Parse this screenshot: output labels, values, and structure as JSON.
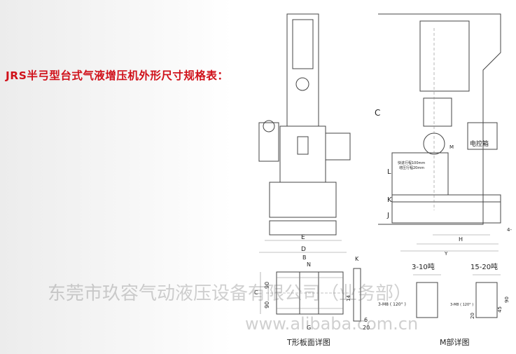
{
  "title": "JRS半弓型台式气液增压机外形尺寸规格表：",
  "front_view": {
    "labels": {
      "E": "E",
      "D": "D"
    }
  },
  "side_view": {
    "labels": {
      "C": "C",
      "L": "L",
      "K": "K",
      "J": "J",
      "H": "H",
      "Y": "Y",
      "M": "M",
      "hole": "4-"
    },
    "control_box": "电控箱",
    "fast_stroke": "快进行程100mm",
    "boost_stroke": "增压行程20mm"
  },
  "t_plate": {
    "caption": "T形板面详图",
    "labels": {
      "B": "B",
      "N": "N",
      "C": "C",
      "K": "K",
      "d1": "90",
      "d2": "90",
      "d3": "14",
      "d4": "6",
      "d5": "20",
      "G": "G"
    }
  },
  "m_detail": {
    "caption": "M部详图",
    "left_title": "3-10吨",
    "right_title": "15-20吨",
    "thread_left": "3-M8 ( 120° )",
    "thread_right": "3-M8 ( 120° )",
    "dim_right": "90",
    "dim_mid": "45",
    "dim_low": "20"
  },
  "watermark": {
    "company": "东莞市玖容气动液压设备有限公司（业务部）",
    "site": "www.alibaba.com.cn"
  }
}
